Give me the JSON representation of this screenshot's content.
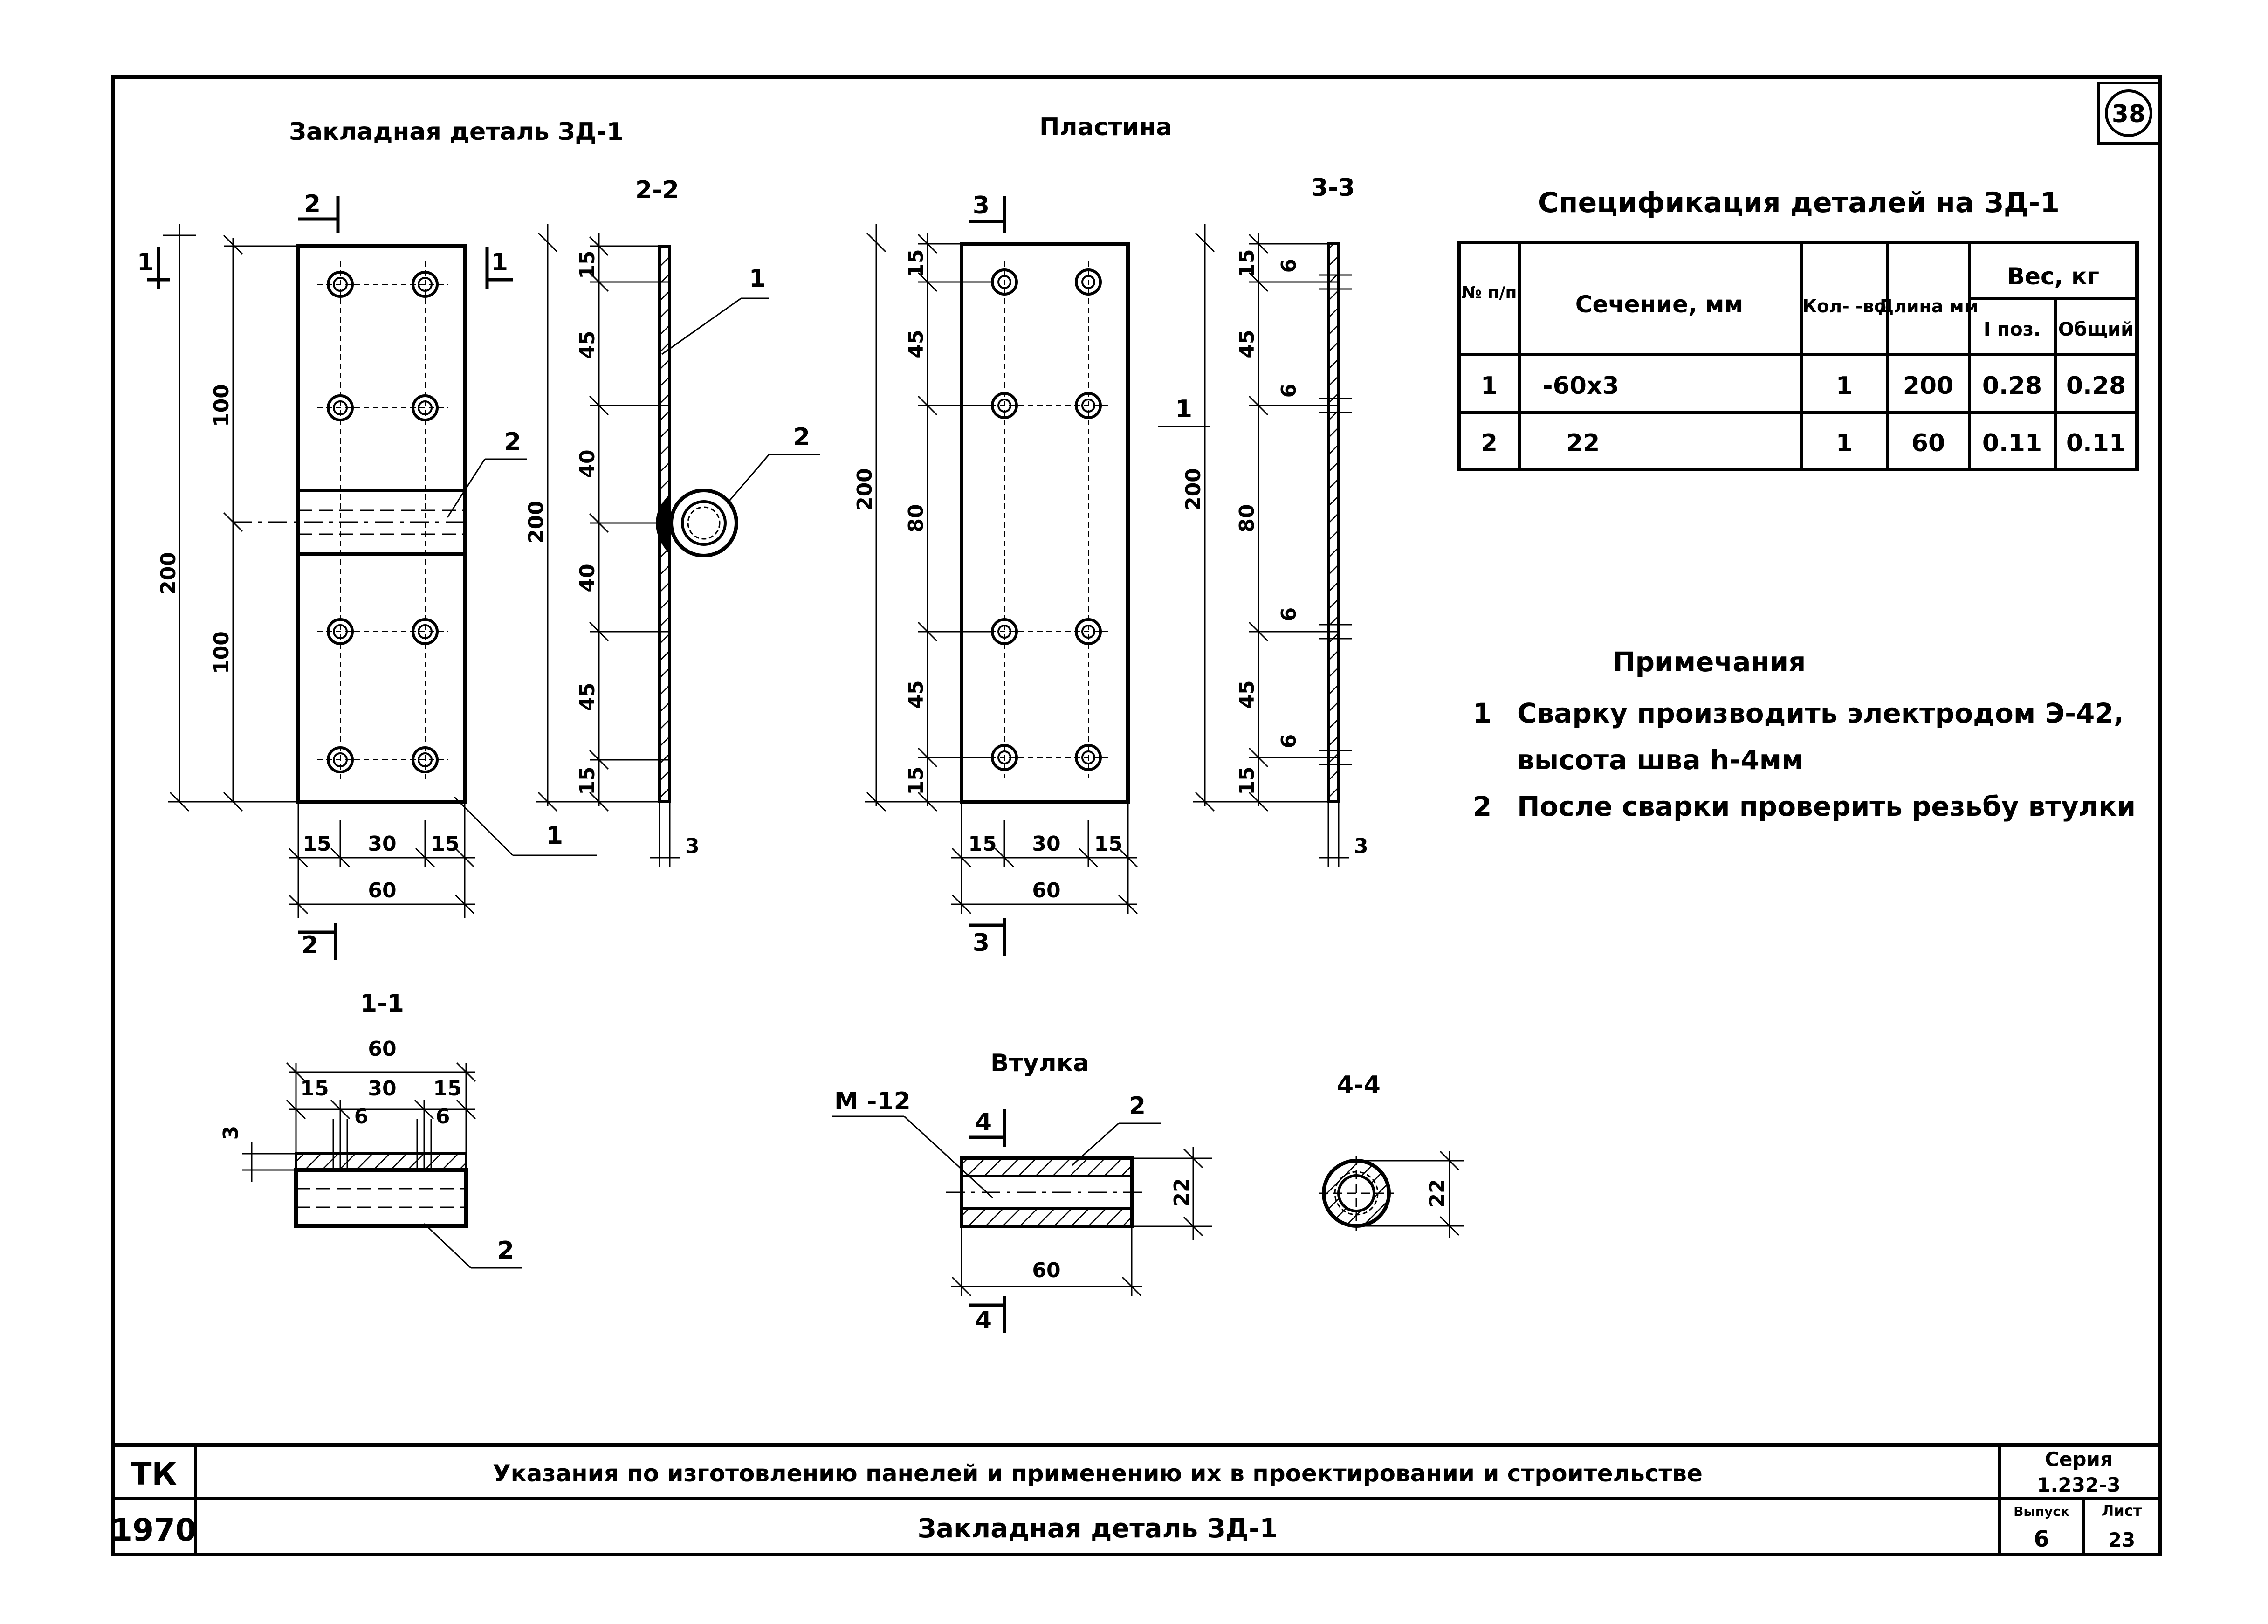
{
  "sheet_number": "38",
  "titles": {
    "part": "Закладная деталь ЗД-1",
    "plate": "Пластина",
    "sleeve": "Втулка"
  },
  "sections": {
    "s22": "2-2",
    "s33": "3-3",
    "s11": "1-1",
    "s44": "4-4",
    "m1": "1",
    "m2": "2",
    "m3": "3",
    "m4": "4"
  },
  "dims": {
    "d15": "15",
    "d45": "45",
    "d40": "40",
    "d80": "80",
    "d100": "100",
    "d200": "200",
    "d30": "30",
    "d60": "60",
    "d3": "3",
    "d6": "6",
    "d22": "22",
    "thread": "M -12"
  },
  "labels": {
    "l1": "1",
    "l2": "2"
  },
  "spec": {
    "title": "Спецификация деталей на ЗД-1",
    "headers": {
      "num": "№ п/п",
      "section": "Сечение, мм",
      "qty": "Кол- -во",
      "length": "Длина мм",
      "weight": "Вес, кг",
      "w1": "I поз.",
      "wt": "Общий"
    },
    "rows": [
      {
        "num": "1",
        "section": "-60x3",
        "qty": "1",
        "length": "200",
        "w1": "0.28",
        "wt": "0.28"
      },
      {
        "num": "2",
        "section": "22",
        "qty": "1",
        "length": "60",
        "w1": "0.11",
        "wt": "0.11"
      }
    ]
  },
  "notes": {
    "title": "Примечания",
    "items": [
      {
        "n": "1",
        "text": "Сварку производить электродом Э-42,"
      },
      {
        "n": "",
        "text": "высота шва h-4мм"
      },
      {
        "n": "2",
        "text": "После сварки проверить резьбу втулки"
      }
    ]
  },
  "stamp": {
    "org": "ТК",
    "year": "1970",
    "title_main": "Указания по изготовлению панелей и применению их в проектировании и строительстве",
    "title_sub": "Закладная деталь ЗД-1",
    "series_label": "Серия",
    "series_value": "1.232-3",
    "issue_label": "Выпуск",
    "issue_value": "6",
    "sheet_label": "Лист",
    "sheet_value": "23"
  }
}
